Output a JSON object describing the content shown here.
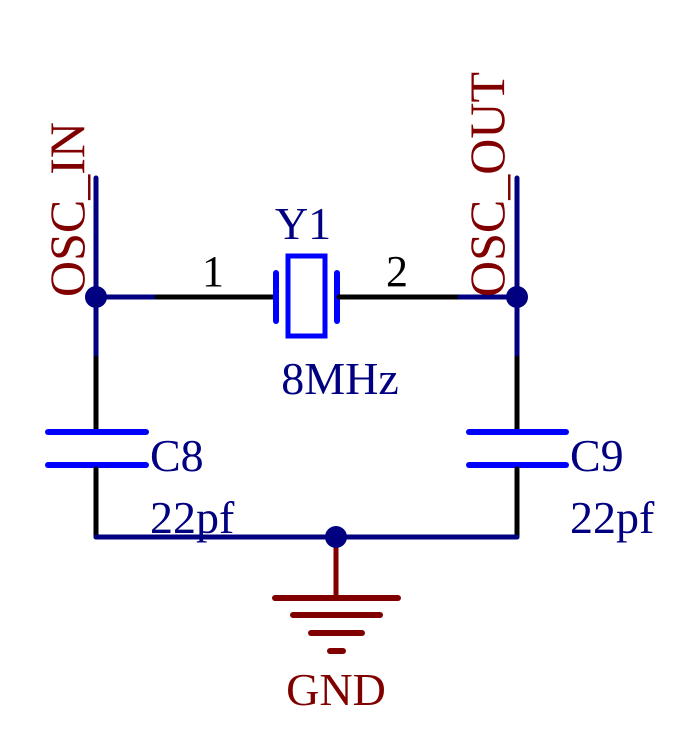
{
  "net_labels": {
    "left": "OSC_IN",
    "right": "OSC_OUT",
    "ground": "GND"
  },
  "crystal": {
    "designator": "Y1",
    "value": "8MHz",
    "pin1": "1",
    "pin2": "2"
  },
  "capacitors": [
    {
      "designator": "C8",
      "value": "22pf"
    },
    {
      "designator": "C9",
      "value": "22pf"
    }
  ],
  "colors": {
    "wire": "#000080",
    "component": "#0000ff",
    "pin": "#000000",
    "net_label": "#800000",
    "text": "#000080"
  }
}
